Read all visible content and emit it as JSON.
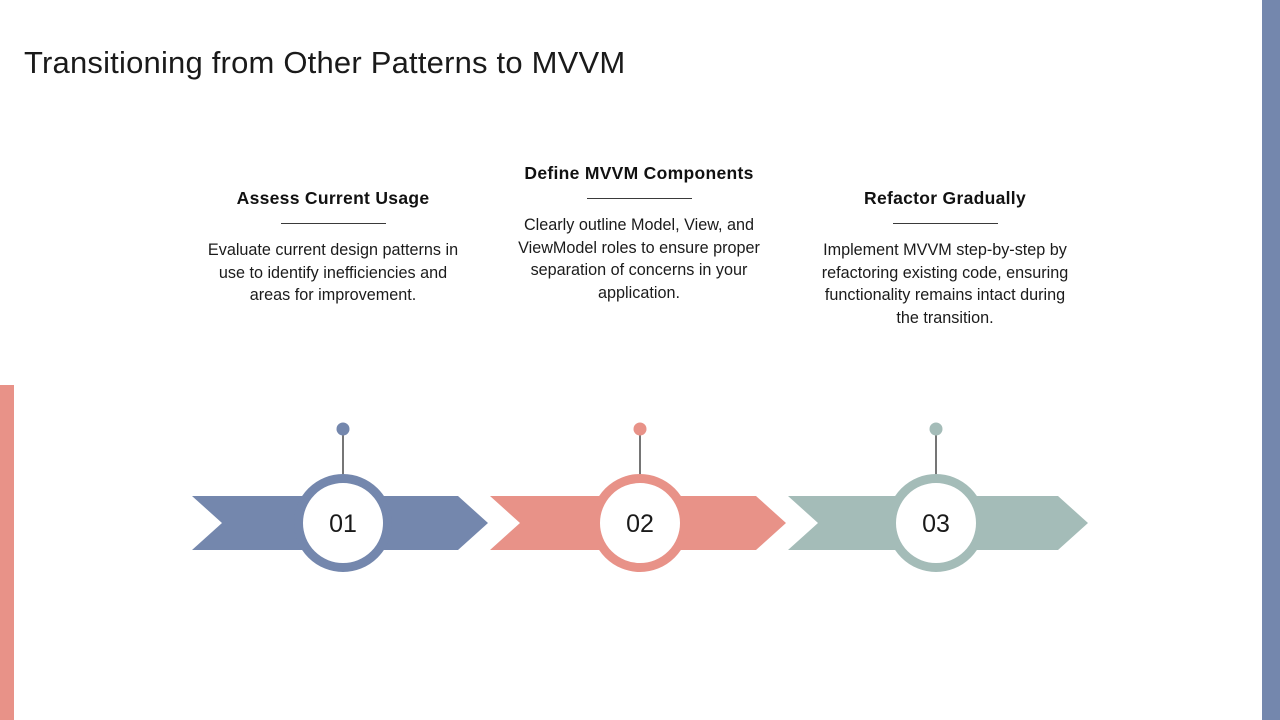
{
  "page_title": "Transitioning from Other Patterns to MVVM",
  "theme": {
    "blue": "#7487AD",
    "pink": "#E89288",
    "green": "#A4BCB8",
    "background": "#FFFFFF",
    "text": "#1A1A1A"
  },
  "accents": {
    "right_bar_color": "#7487AD",
    "left_bar_color": "#E89288"
  },
  "columns": [
    {
      "heading": "Assess Current Usage",
      "body": "Evaluate current design patterns in use to identify inefficiencies and areas for improvement."
    },
    {
      "heading": "Define MVVM Components",
      "body": "Clearly outline Model, View, and ViewModel roles to ensure proper separation of concerns in your application."
    },
    {
      "heading": "Refactor Gradually",
      "body": "Implement MVVM step-by-step by refactoring existing code, ensuring functionality remains intact during the transition."
    }
  ],
  "steps": [
    {
      "number": "01",
      "color": "#7487AD"
    },
    {
      "number": "02",
      "color": "#E89288"
    },
    {
      "number": "03",
      "color": "#A4BCB8"
    }
  ]
}
